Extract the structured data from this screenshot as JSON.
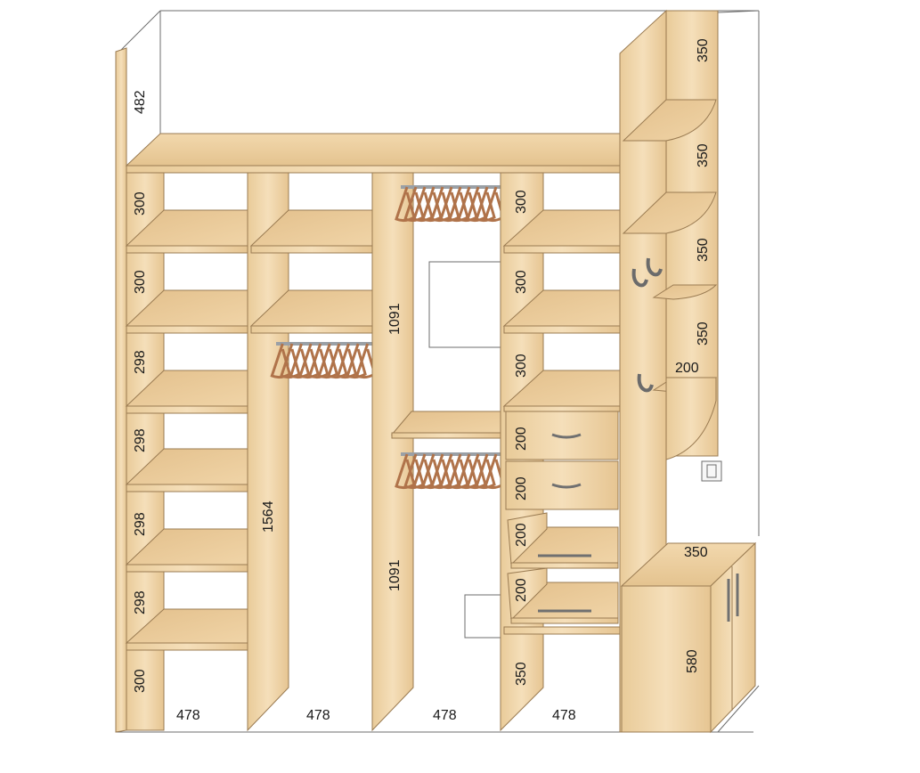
{
  "dimensions": {
    "left_top": "482",
    "col1": [
      "300",
      "300",
      "298",
      "298",
      "298",
      "298",
      "300"
    ],
    "col2_rod": "1564",
    "col3_upper": "1091",
    "col3_lower": "1091",
    "col4": [
      "300",
      "300",
      "300",
      "200",
      "200",
      "200",
      "200",
      "350"
    ],
    "right_shelves": [
      "350",
      "350",
      "350",
      "350"
    ],
    "right_small_shelf": "200",
    "cabinet_depth": "350",
    "cabinet_height": "580",
    "bottom_widths": [
      "478",
      "478",
      "478",
      "478"
    ]
  },
  "colors": {
    "wood_light": "#f3dcb6",
    "wood_mid": "#e8c896",
    "wood_edge": "#9a7b52",
    "hanger": "#b0734a",
    "rod": "#9aa0a6"
  }
}
